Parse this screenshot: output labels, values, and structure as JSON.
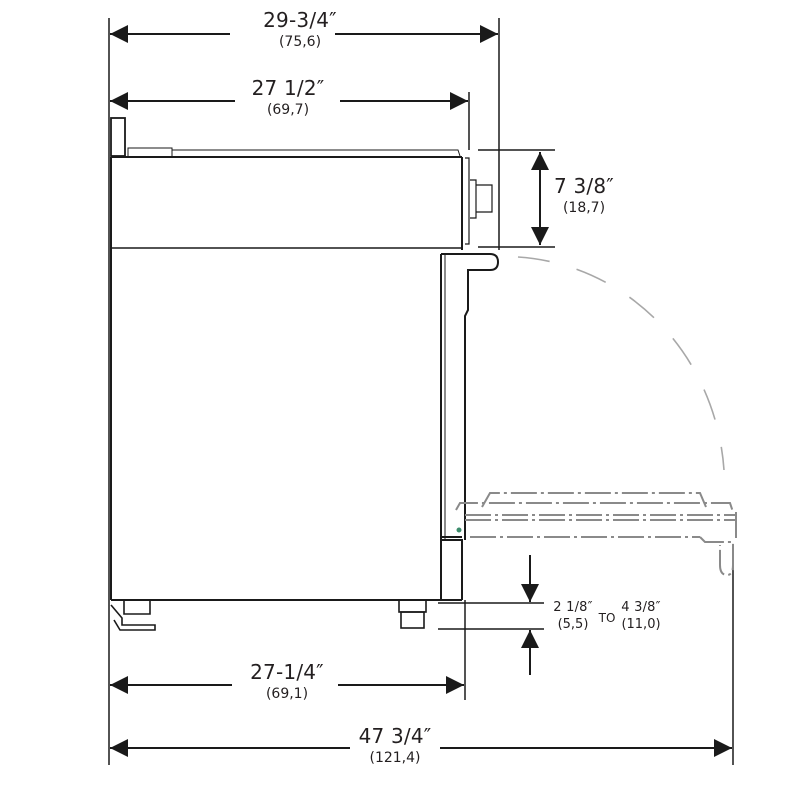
{
  "diagram": {
    "type": "range side-view dimension drawing",
    "colors": {
      "line": "#1a1a1a",
      "ghost": "#a8a8a8",
      "text": "#231f20"
    },
    "dimensions": {
      "overall_depth_with_handle": {
        "imperial": "29-3/4″",
        "metric": "(75,6)"
      },
      "depth_to_backguard": {
        "imperial": "27 1/2″",
        "metric": "(69,7)"
      },
      "control_panel_height": {
        "imperial": "7 3/8″",
        "metric": "(18,7)"
      },
      "leg_adjust_min": {
        "imperial": "2 1/8″",
        "metric": "(5,5)"
      },
      "leg_adjust_to": "TO",
      "leg_adjust_max": {
        "imperial": "4 3/8″",
        "metric": "(11,0)"
      },
      "cabinet_depth": {
        "imperial": "27-1/4″",
        "metric": "(69,1)"
      },
      "depth_door_open": {
        "imperial": "47 3/4″",
        "metric": "(121,4)"
      }
    }
  }
}
